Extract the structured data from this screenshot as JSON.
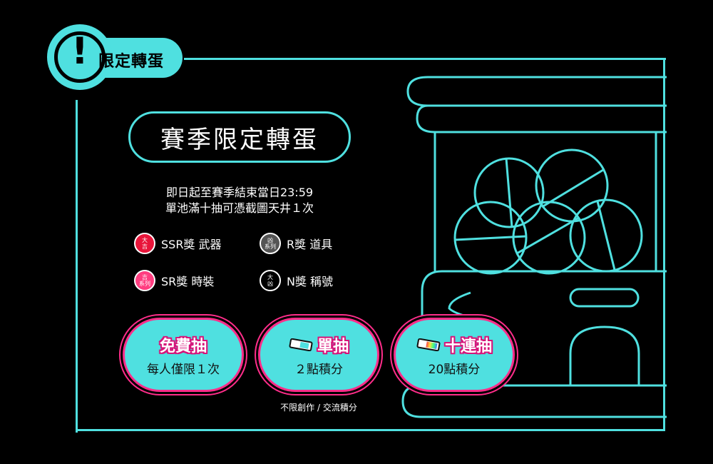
{
  "badge": {
    "icon": "exclamation-icon",
    "label": "限定轉蛋"
  },
  "title": "賽季限定轉蛋",
  "description": {
    "line1": "即日起至賽季結束當日23:59",
    "line2": "單池滿十抽可憑截圖天井１次"
  },
  "prizes": [
    {
      "icon_top": "大",
      "icon_bottom": "吉",
      "label": "SSR獎 武器",
      "color": "#e8153a"
    },
    {
      "icon_top": "凶",
      "icon_bottom": "系列",
      "label": "R獎 道具",
      "color": "#555555"
    },
    {
      "icon_top": "吉",
      "icon_bottom": "系列",
      "label": "SR獎 時裝",
      "color": "#ff3d80"
    },
    {
      "icon_top": "大",
      "icon_bottom": "凶",
      "label": "N獎 稱號",
      "color": "#000000"
    }
  ],
  "buttons": {
    "free": {
      "label": "免費抽",
      "sub": "每人僅限１次"
    },
    "single": {
      "label": "單抽",
      "sub": "２點積分"
    },
    "ten": {
      "label": "十連抽",
      "sub": "20點積分"
    }
  },
  "note": "不限創作 / 交流積分",
  "colors": {
    "accent": "#4fe0e0",
    "pink": "#ff2d8a",
    "background": "#000000"
  }
}
